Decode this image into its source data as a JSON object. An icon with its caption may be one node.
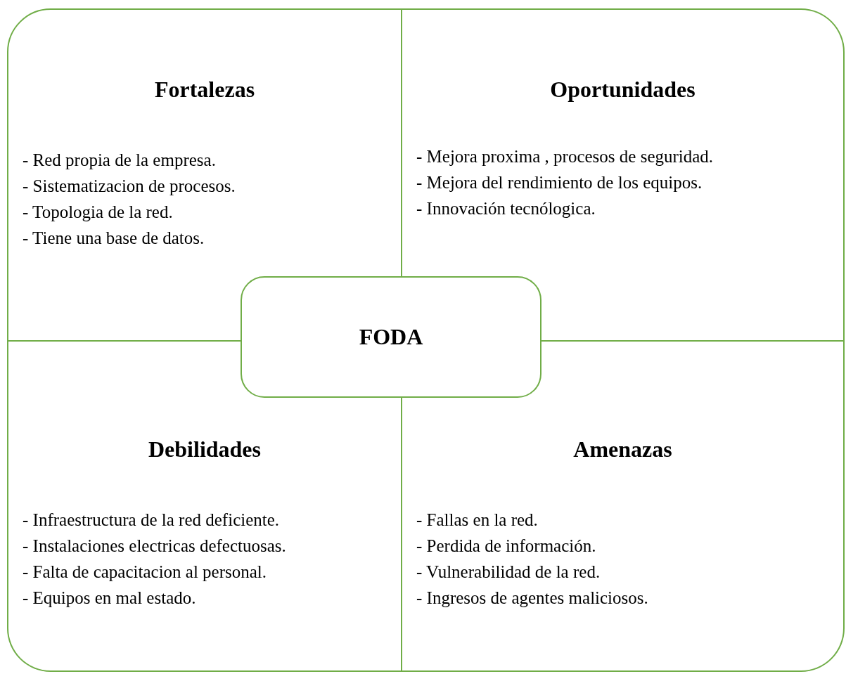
{
  "diagram": {
    "nodes": [
      {
        "text": [
          "Fortalezas",
          "- Red propia de la empresa.",
          "- Sistematizacion de procesos.",
          "- Topologia de la red.",
          "- Tiene una base de datos."
        ]
      },
      {
        "text": [
          "Oportunidades",
          "- Mejora proxima , procesos de seguridad.",
          "- Mejora del rendimiento de los equipos.",
          "- Innovación tecnólogica."
        ]
      },
      {
        "text": [
          "Debilidades",
          "- Infraestructura de la red deficiente.",
          "- Instalaciones electricas defectuosas.",
          "- Falta de capacitacion al personal.",
          "- Equipos en mal estado."
        ]
      },
      {
        "text": [
          "Amenazas",
          "- Fallas en la red.",
          "- Perdida de información.",
          "- Vulnerabilidad de la red.",
          "- Ingresos de agentes maliciosos."
        ]
      },
      {
        "text": [
          "FODA"
        ]
      }
    ],
    "edges": []
  }
}
